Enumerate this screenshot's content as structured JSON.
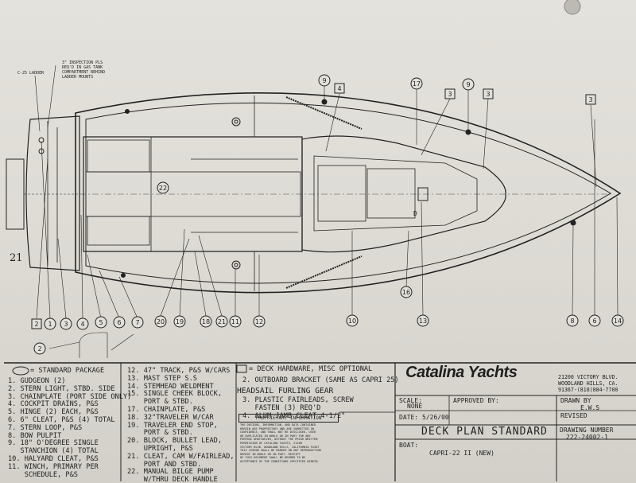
{
  "page_number": "21",
  "notes": {
    "ladder": "C-25 LADDER",
    "inspection": [
      "3\" INSPECTION PLS",
      "REQ'D IN GAS TANK",
      "COMPARTMENT BEHIND",
      "LADDER MOUNTS"
    ]
  },
  "callouts": {
    "bottom": [
      "2",
      "1",
      "3",
      "4",
      "5",
      "6",
      "7",
      "20",
      "19",
      "18",
      "21",
      "11",
      "12",
      "10",
      "13",
      "8",
      "6",
      "14"
    ],
    "top": [
      "9",
      "4",
      "17",
      "9",
      "3",
      "3",
      "3"
    ],
    "inner": [
      "22",
      "16",
      "2"
    ]
  },
  "deck_letter": "D",
  "standard_package": {
    "header": "= STANDARD PACKAGE",
    "items": [
      "1. GUDGEON (2)",
      "2. STERN LIGHT, STBD. SIDE",
      "3. CHAINPLATE (PORT SIDE ONLY)",
      "4. COCKPIT DRAINS, P&S",
      "5. HINGE (2) EACH, P&S",
      "6. 6\" CLEAT, P&S (4) TOTAL",
      "7. STERN LOOP, P&S",
      "8. BOW PULPIT",
      "9. 18\" O'DEGREE SINGLE",
      "   STANCHION (4) TOTAL",
      "10. HALYARD CLEAT, P&S",
      "11. WINCH, PRIMARY PER",
      "    SCHEDULE, P&S"
    ],
    "items2": [
      "12. 47\" TRACK, P&S W/CARS",
      "13. MAST STEP S.S",
      "14. STEMHEAD WELDMENT",
      "15. SINGLE CHEEK BLOCK,",
      "    PORT & STBD.",
      "17. CHAINPLATE, P&S",
      "18. 32\"TRAVELER W/CAR",
      "19. TRAVELER END STOP,",
      "    PORT & STBD.",
      "20. BLOCK, BULLET LEAD,",
      "    UPRIGHT, P&S",
      "21. CLEAT, CAM W/FAIRLEAD,",
      "    PORT AND STBD.",
      "22. MANUAL BILGE PUMP",
      "    W/THRU DECK HANDLE"
    ]
  },
  "optional": {
    "header": "= DECK HARDWARE, MISC OPTIONAL",
    "items": [
      "2. OUTBOARD BRACKET (SAME AS CAPRI 25)",
      "HEADSAIL FURLING GEAR",
      "3. PLASTIC FAIRLEADS, SCREW",
      "   FASTEN (3) REQ'D",
      "4. ALUM JAMB CLEAT 4-1/2\""
    ]
  },
  "company": {
    "logo_text": "Catalina Yachts",
    "address": [
      "21200 VICTORY BLVD.",
      "WOODLAND HILLS, CA.",
      "91367-(818)884-7700"
    ]
  },
  "title_block": {
    "scale_label": "SCALE:",
    "scale_value": "NONE",
    "approved_label": "APPROVED BY:",
    "drawn_label": "DRAWN BY",
    "drawn_value": "E.W.S",
    "revised_label": "REVISED",
    "date_label": "DATE:",
    "date_value": "5/26/00",
    "title": "DECK PLAN STANDARD",
    "drawing_number_label": "DRAWING NUMBER",
    "drawing_number": "222-24002-1",
    "boat_label": "BOAT:",
    "boat_value": "CAPRI-22 II (NEW)"
  },
  "proprietary": {
    "heading": "PROPRIETARY INFORMATION",
    "body": [
      "THE DESIGNS, INFORMATION, AND DATA CONTAINED",
      "HEREIN ARE PROPRIETARY AND ARE SUBMITTED IN",
      "CONFIDENCE, AND SHALL NOT BE DISCLOSED, USED",
      "OR DUPLICATED IN WHOLE OR IN PART FOR ANY",
      "PURPOSE WHATSOEVER, WITHOUT THE PRIOR WRITTEN",
      "PERMISSION OF CATALINA YACHTS, 21200",
      "VICTORY BLVD. WOODLAND HILLS, CALIFORNIA 91367",
      "THIS LEGEND SHALL BE MARKED ON ANY REPRODUCTION",
      "HEREOF IN WHOLE OR IN PART. RECEIPT",
      "OF THIS DOCUMENT SHALL BE DEEMED TO BE",
      "ACCEPTANCE OF THE CONDITIONS SPECIFIED HEREIN."
    ]
  }
}
